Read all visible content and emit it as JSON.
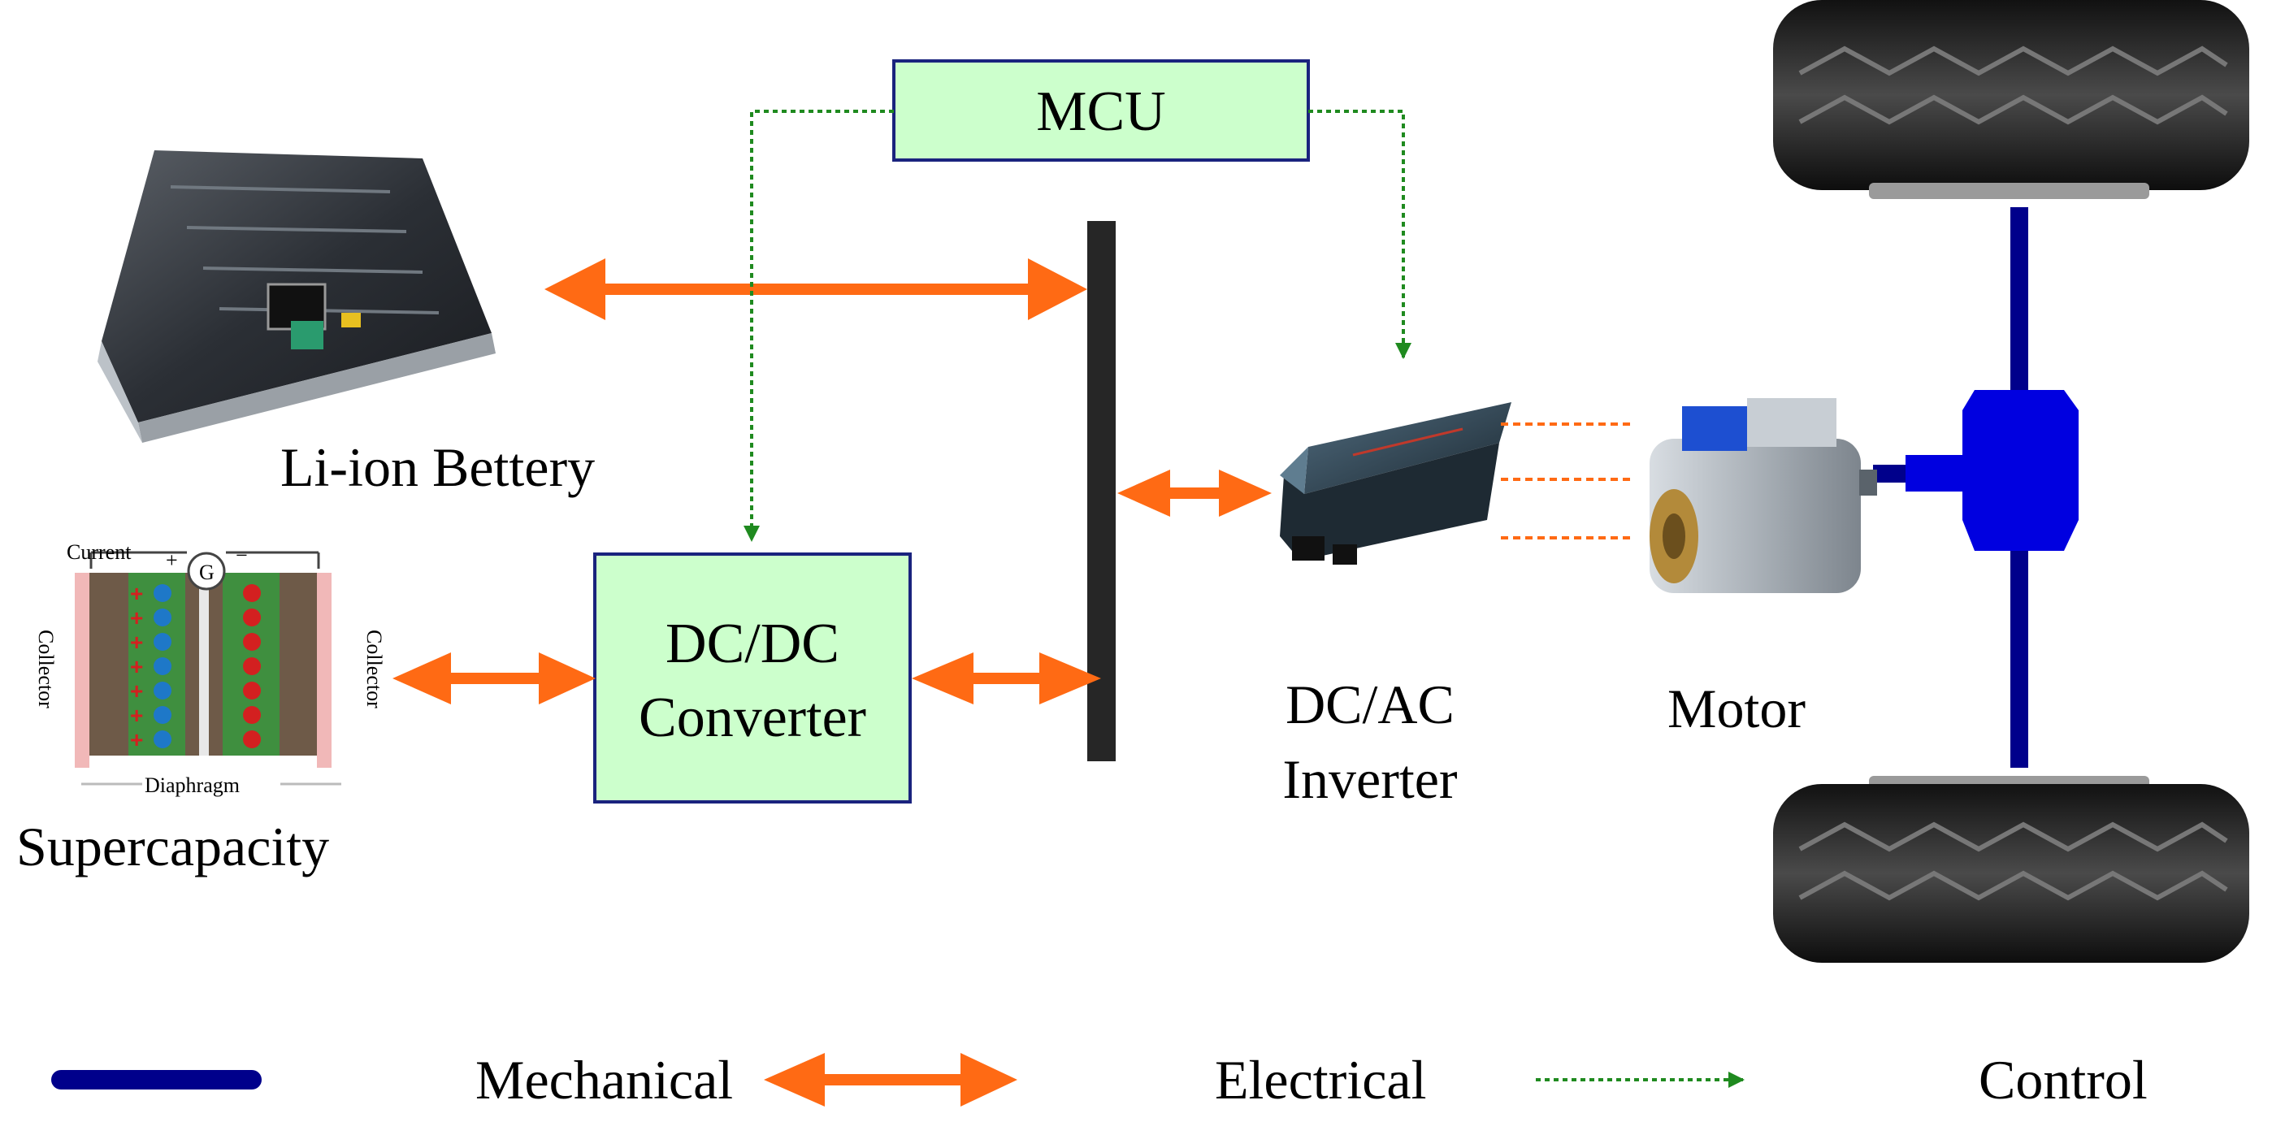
{
  "labels": {
    "mcu": "MCU",
    "dcdc_line1": "DC/DC",
    "dcdc_line2": "Converter",
    "battery": "Li-ion Bettery",
    "supercap": "Supercapacity",
    "inverter_line1": "DC/AC",
    "inverter_line2": "Inverter",
    "motor": "Motor"
  },
  "supercap_diagram": {
    "current": "Current",
    "gauge": "G",
    "collector_left": "Collector",
    "collector_right": "Collector",
    "diaphragm": "Diaphragm",
    "plus": "+",
    "minus": "−"
  },
  "legend": {
    "mechanical": "Mechanical",
    "electrical": "Electrical",
    "control": "Control"
  },
  "colors": {
    "electrical": "#ff6a14",
    "control": "#1f8a1f",
    "mechanical": "#00008b",
    "box_fill": "#ccffcc",
    "box_stroke": "#1a237e",
    "bus": "#262626"
  }
}
